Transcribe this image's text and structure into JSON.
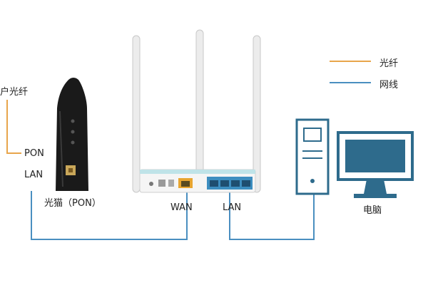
{
  "legend": {
    "fiber_label": "光纤",
    "cable_label": "网线",
    "fiber_color": "#e8a54b",
    "cable_color": "#4a8fc0"
  },
  "modem": {
    "fiber_in_label": "户光纤",
    "pon_label": "PON",
    "lan_label": "LAN",
    "name": "光猫（PON）"
  },
  "router": {
    "wan_label": "WAN",
    "lan_label": "LAN"
  },
  "computer": {
    "name": "电脑"
  },
  "icons": [
    "fiber-modem-icon",
    "wireless-router-icon",
    "desktop-tower-icon",
    "monitor-icon"
  ]
}
